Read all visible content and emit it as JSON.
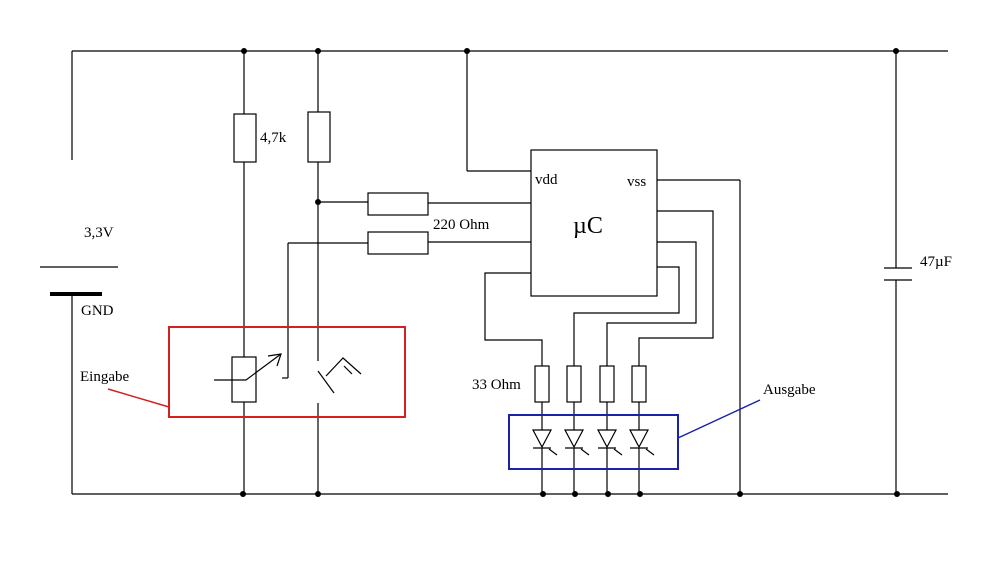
{
  "labels": {
    "battery_voltage": "3,3V",
    "ground": "GND",
    "pullup_resistor": "4,7k",
    "series_resistor": "220 Ohm",
    "led_resistor": "33 Ohm",
    "mcu_name": "µC",
    "pin_vdd": "vdd",
    "pin_vss": "vss",
    "capacitor": "47µF",
    "input_group": "Eingabe",
    "output_group": "Ausgabe"
  },
  "colors": {
    "wire": "#000000",
    "input_box": "#d42020",
    "output_box": "#1a22a8"
  }
}
